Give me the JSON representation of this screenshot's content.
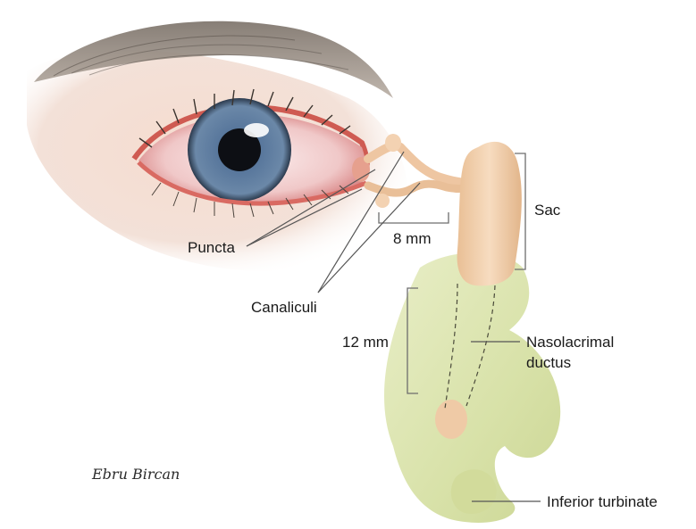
{
  "labels": {
    "puncta": "Puncta",
    "canaliculi": "Canaliculi",
    "sac": "Sac",
    "dist_8": "8 mm",
    "dist_12": "12 mm",
    "nasolacrimal_line1": "Nasolacrimal",
    "nasolacrimal_line2": "ductus",
    "inferior_turbinate": "Inferior turbinate"
  },
  "signature": "Ebru Bircan",
  "colors": {
    "iris": "#4f6f8f",
    "sclera_redness": "#e8a3a3",
    "eyelid_rim": "#d9534f",
    "skin": "#f1d4c8",
    "sac": "#f0cfa8",
    "nasal_bone": "#dde6b0",
    "brow": "#6b6258"
  }
}
